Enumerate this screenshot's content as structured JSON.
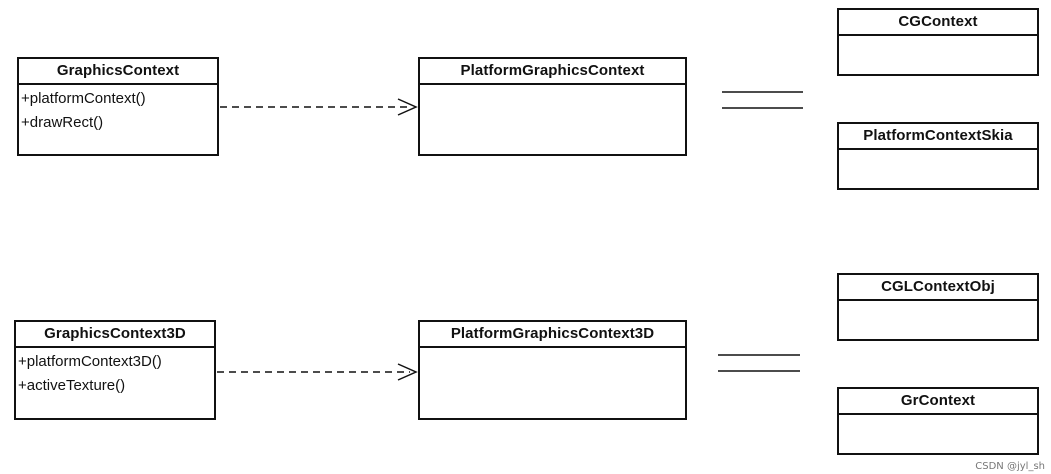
{
  "classes": {
    "graphics_context": {
      "name": "GraphicsContext",
      "methods": [
        "+platformContext()",
        "+drawRect()"
      ]
    },
    "platform_graphics_context": {
      "name": "PlatformGraphicsContext"
    },
    "cg_context": {
      "name": "CGContext"
    },
    "platform_context_skia": {
      "name": "PlatformContextSkia"
    },
    "graphics_context_3d": {
      "name": "GraphicsContext3D",
      "methods": [
        "+platformContext3D()",
        "+activeTexture()"
      ]
    },
    "platform_graphics_context_3d": {
      "name": "PlatformGraphicsContext3D"
    },
    "cgl_context_obj": {
      "name": "CGLContextObj"
    },
    "gr_context": {
      "name": "GrContext"
    }
  },
  "watermark": "CSDN @jyl_sh"
}
